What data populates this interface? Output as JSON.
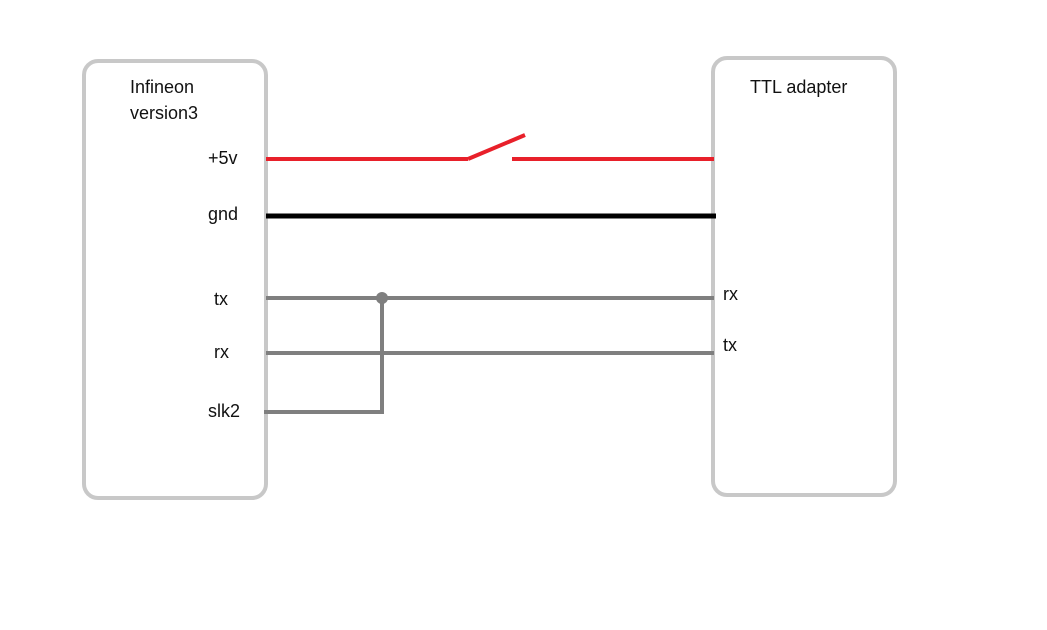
{
  "diagram": {
    "left_device": {
      "title_line1": "Infineon",
      "title_line2": "version3",
      "pins": {
        "v5": "+5v",
        "gnd": "gnd",
        "tx": "tx",
        "rx": "rx",
        "slk2": "slk2"
      }
    },
    "right_device": {
      "title": "TTL adapter",
      "pins": {
        "rx": "rx",
        "tx": "tx"
      }
    },
    "colors": {
      "power_wire": "#e8202a",
      "ground_wire": "#000000",
      "signal_wire": "#7f7f7f",
      "box_border": "#c8c8c8"
    }
  }
}
